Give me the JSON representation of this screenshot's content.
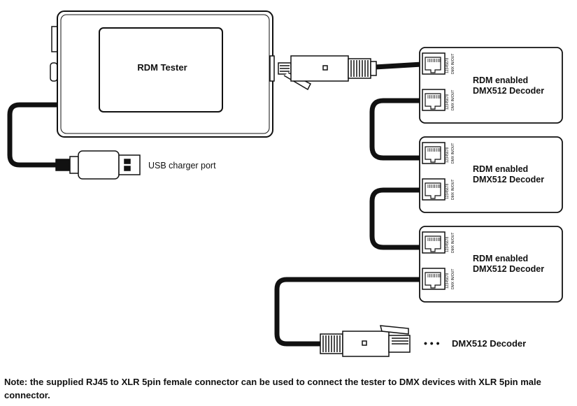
{
  "tester": {
    "label": "RDM Tester"
  },
  "usb": {
    "label": "USB charger port"
  },
  "decoders": [
    {
      "line1": "RDM enabled",
      "line2": "DMX512 Decoder"
    },
    {
      "line1": "RDM enabled",
      "line2": "DMX512 Decoder"
    },
    {
      "line1": "RDM enabled",
      "line2": "DMX512 Decoder"
    }
  ],
  "chain_end": {
    "dots": "• • •",
    "label": "DMX512 Decoder"
  },
  "port_pin_text": "12345678",
  "port_type_text": "DMX IN/OUT",
  "note": "Note: the supplied RJ45 to XLR 5pin female connector can be used to connect the tester to DMX devices with XLR 5pin male connector."
}
